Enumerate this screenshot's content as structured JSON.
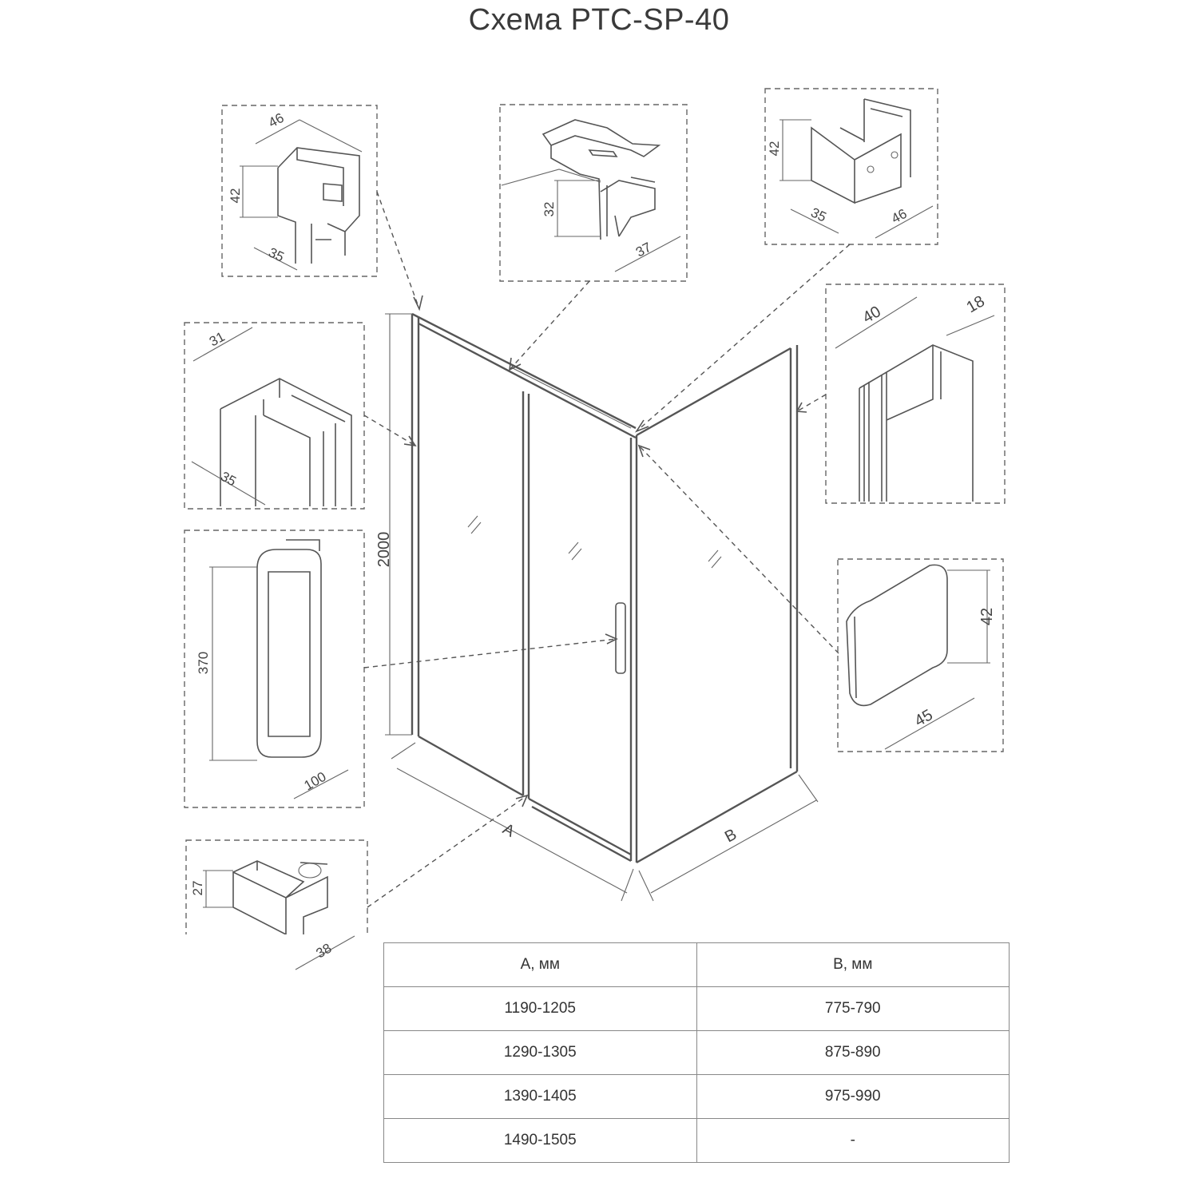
{
  "title": "Схема PTC-SP-40",
  "dimensions": {
    "top_left": {
      "w": "46",
      "h": "42",
      "d": "35"
    },
    "top_center": {
      "h": "32",
      "w": "37"
    },
    "top_right": {
      "h": "42",
      "d": "35",
      "w": "46"
    },
    "left_profile": {
      "w": "31",
      "d": "35"
    },
    "right_profile": {
      "w": "40",
      "d": "18"
    },
    "handle": {
      "h": "370",
      "w": "100"
    },
    "bottom_left": {
      "h": "27",
      "w": "38"
    },
    "right_bottom": {
      "h": "42",
      "w": "45"
    },
    "height": "2000",
    "label_a": "A",
    "label_b": "B"
  },
  "table": {
    "headers": [
      "А, мм",
      "В, мм"
    ],
    "rows": [
      [
        "1190-1205",
        "775-790"
      ],
      [
        "1290-1305",
        "875-890"
      ],
      [
        "1390-1405",
        "975-990"
      ],
      [
        "1490-1505",
        "-"
      ]
    ]
  }
}
